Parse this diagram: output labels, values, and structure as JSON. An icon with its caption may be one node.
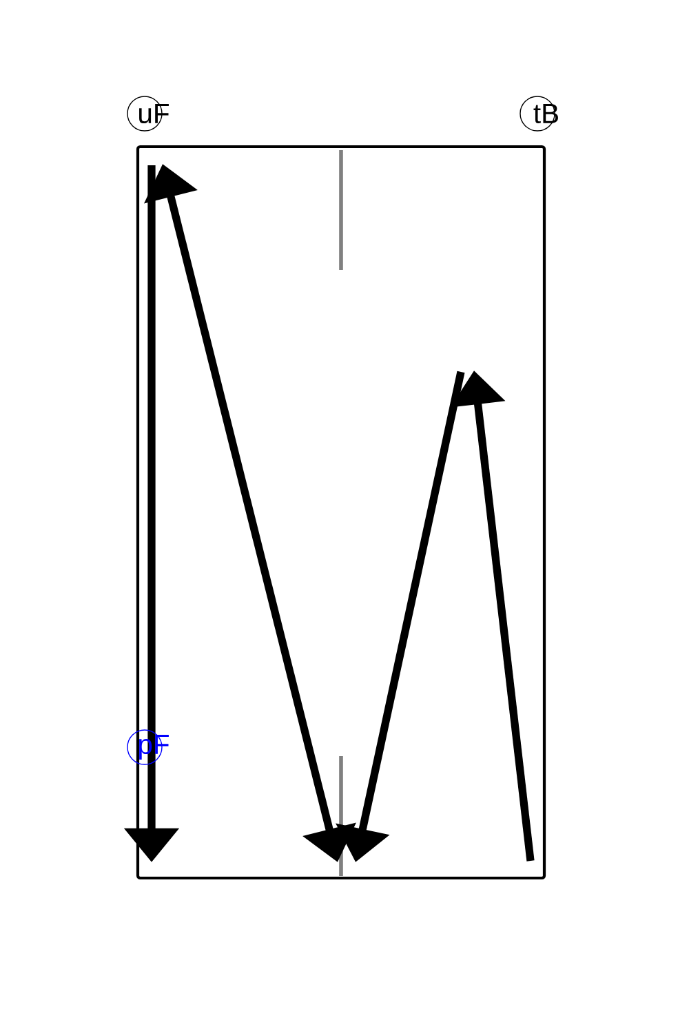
{
  "diagram": {
    "nodes": [
      {
        "text": [
          "uF"
        ]
      },
      {
        "text": [
          "tB"
        ]
      },
      {
        "text": [
          "pF"
        ]
      }
    ]
  }
}
